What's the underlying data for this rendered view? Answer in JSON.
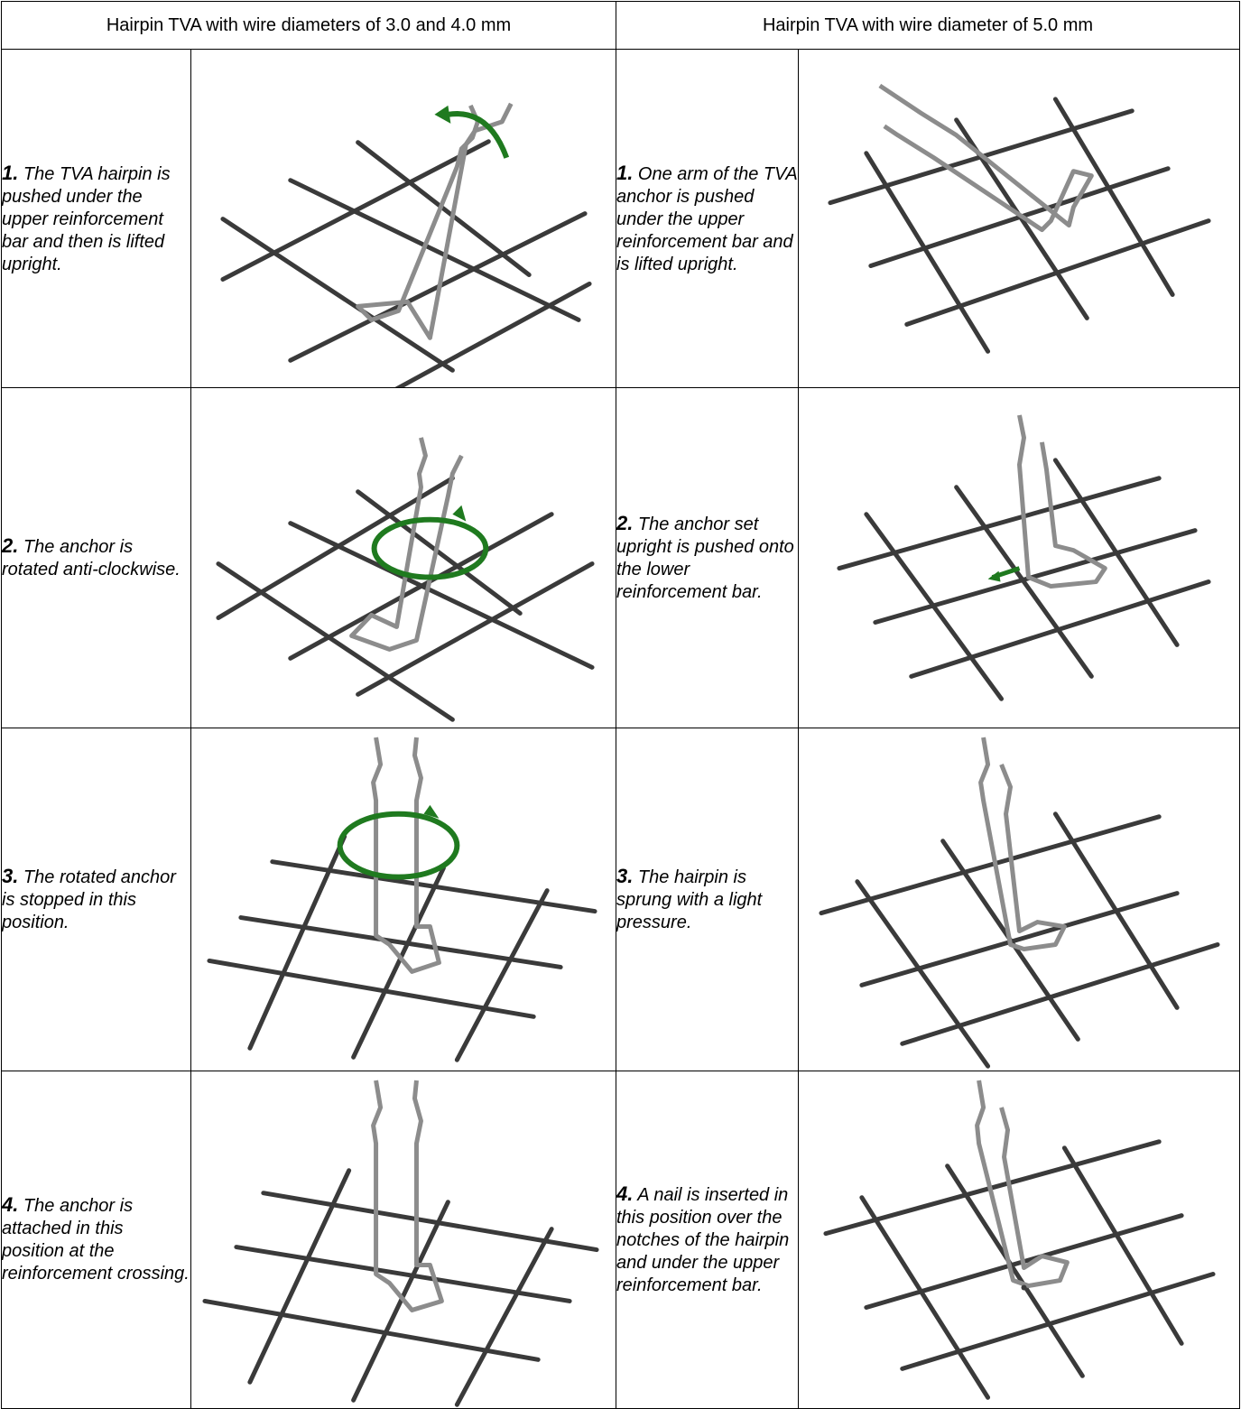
{
  "headers": {
    "left": "Hairpin TVA with wire diameters of 3.0 and 4.0 mm",
    "right": "Hairpin TVA with wire diameter of 5.0 mm"
  },
  "steps_small": [
    {
      "num": "1.",
      "text": "The TVA hairpin is pushed under the upper reinforcement bar and then is lifted upright.",
      "arrow": "curved-arrow-icon"
    },
    {
      "num": "2.",
      "text": "The anchor is rotated anti-clockwise.",
      "arrow": "rotation-arrow-icon"
    },
    {
      "num": "3.",
      "text": "The rotated anchor is stopped in this position.",
      "arrow": "rotation-arrow-icon"
    },
    {
      "num": "4.",
      "text": "The anchor is attached in this position at the reinforcement crossing."
    }
  ],
  "steps_large": [
    {
      "num": "1.",
      "text": "One arm of the TVA anchor is pushed under the upper reinforcement bar and is lifted upright."
    },
    {
      "num": "2.",
      "text": "The anchor set upright is pushed onto the lower reinforcement bar.",
      "arrow": "push-arrow-icon"
    },
    {
      "num": "3.",
      "text": "The hairpin is sprung with a light pressure."
    },
    {
      "num": "4.",
      "text": "A nail is inserted in this position over the notches of the hairpin and under the upper reinforcement bar."
    }
  ],
  "colors": {
    "rebar": "#3a3a3a",
    "hairpin": "#8c8c8c",
    "arrow": "#1f7a1f",
    "border": "#000000"
  }
}
